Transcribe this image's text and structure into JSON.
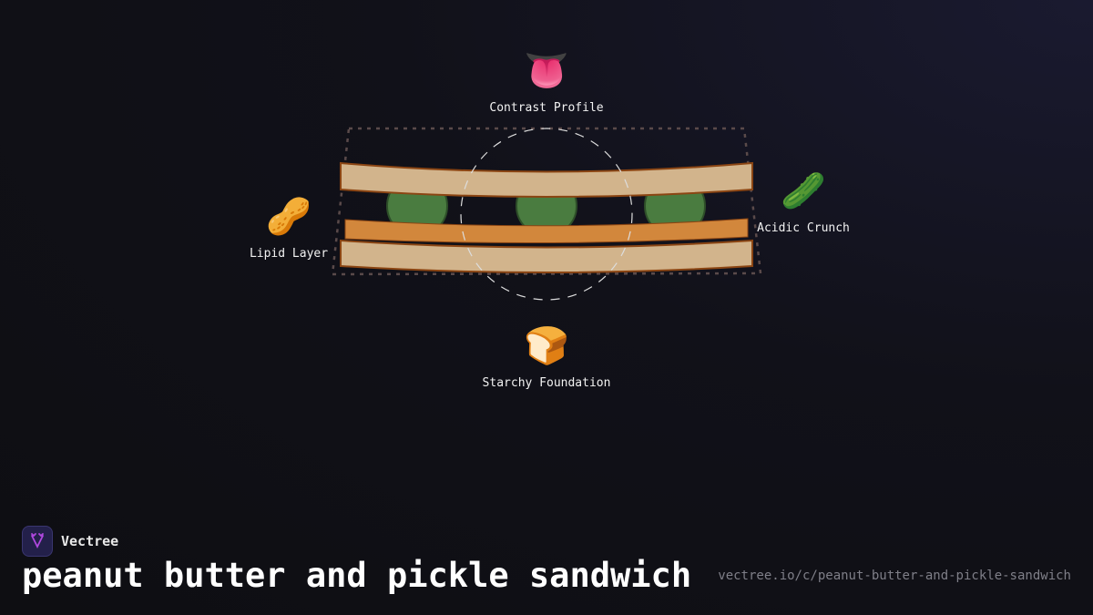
{
  "nodes": {
    "top": {
      "icon": "tongue-icon",
      "emoji": "👅",
      "label": "Contrast Profile"
    },
    "left": {
      "icon": "peanut-icon",
      "emoji": "🥜",
      "label": "Lipid Layer"
    },
    "right": {
      "icon": "cucumber-icon",
      "emoji": "🥒",
      "label": "Acidic Crunch"
    },
    "bottom": {
      "icon": "bread-icon",
      "emoji": "🍞",
      "label": "Starchy Foundation"
    }
  },
  "colors": {
    "bread": "#d2b48c",
    "crust": "#8b4513",
    "peanut_butter": "#d2873c",
    "pickle": "#4a7c40"
  },
  "brand": {
    "name": "Vectree"
  },
  "title": "peanut butter and pickle sandwich",
  "url": "vectree.io/c/peanut-butter-and-pickle-sandwich"
}
